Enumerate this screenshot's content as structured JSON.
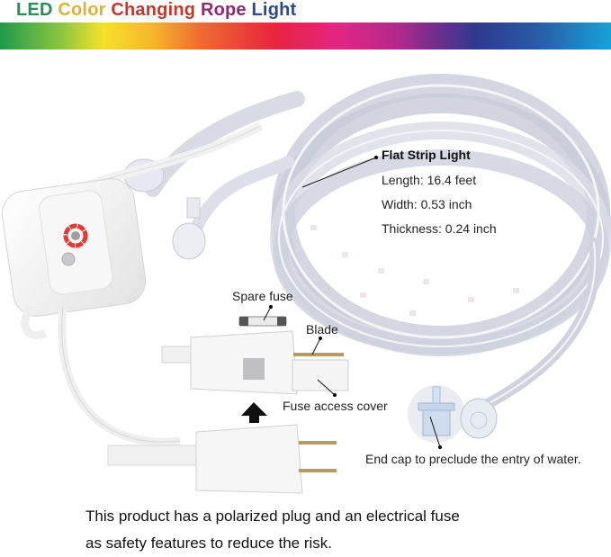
{
  "header": {
    "title_words": [
      {
        "text": "LED",
        "color": "#2e8b57"
      },
      {
        "text": "Color",
        "color": "#d9b43a"
      },
      {
        "text": "Changing",
        "color": "#c0392b"
      },
      {
        "text": "Rope",
        "color": "#8e2a6e"
      },
      {
        "text": "Light",
        "color": "#2c4a8a"
      }
    ],
    "rainbow_stops": [
      "#1f9a4c",
      "#f5e12a",
      "#ee6a30",
      "#e8243f",
      "#e42582",
      "#6a2f8e",
      "#2e3a8f",
      "#16a3d7"
    ]
  },
  "specs": {
    "title": "Flat Strip Light",
    "length": "Length: 16.4 feet",
    "width": "Width: 0.53 inch",
    "thickness": "Thickness: 0.24 inch"
  },
  "callouts": {
    "spare_fuse": "Spare fuse",
    "blade": "Blade",
    "fuse_access_cover": "Fuse access cover",
    "end_cap": "End cap to preclude the entry of water."
  },
  "controller": {
    "color_wheel": [
      "#e53935",
      "#f4b400",
      "#8bc34a",
      "#2e7d32",
      "#1e88e5",
      "#3949ab",
      "#8e24aa",
      "#e91e63"
    ]
  },
  "footer": {
    "line1": "This product has a polarized plug and an electrical fuse",
    "line2": "as safety features to reduce the risk."
  }
}
